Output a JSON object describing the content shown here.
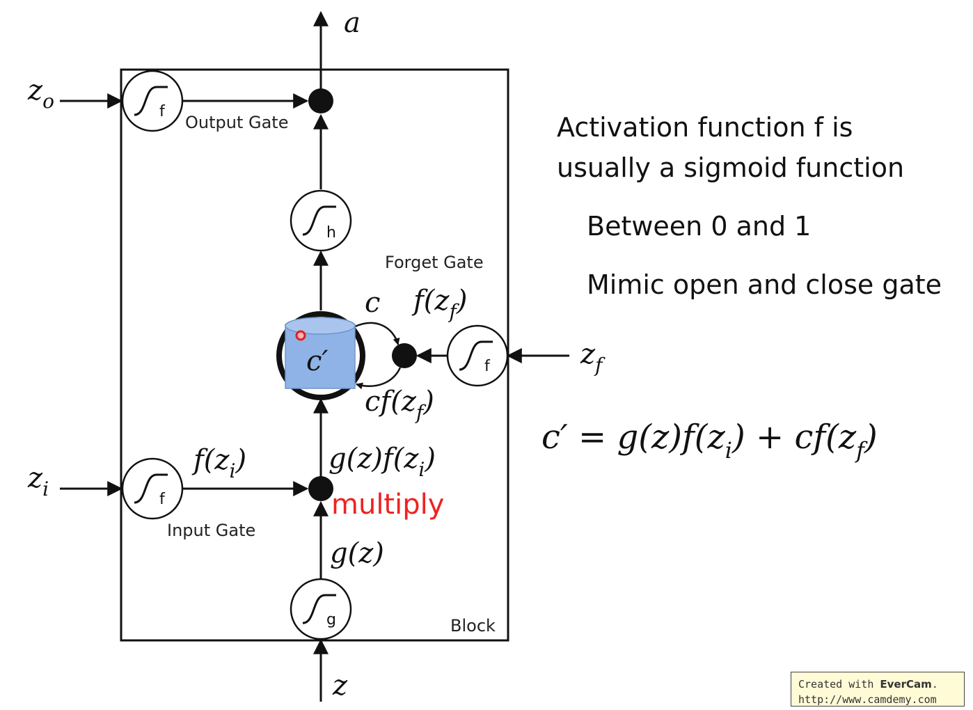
{
  "diagram": {
    "labels": {
      "output": "a",
      "input": "z",
      "z_o": "z",
      "z_o_sub": "o",
      "z_i": "z",
      "z_i_sub": "i",
      "z_f": "z",
      "z_f_sub": "f",
      "output_gate": "Output Gate",
      "input_gate": "Input Gate",
      "forget_gate": "Forget Gate",
      "block": "Block",
      "cell": "c′",
      "c_label": "c",
      "f_zf": "f(z",
      "f_zf_sub": "f",
      "cf_zf": "cf(z",
      "cf_zf_sub": "f",
      "f_zi": "f(z",
      "f_zi_sub": "i",
      "gz_fzi": "g(z)f(z",
      "gz_fzi_sub": "i",
      "gz": "g(z)",
      "multiply": "multiply",
      "sig_f": "f",
      "sig_h": "h",
      "sig_g": "g"
    }
  },
  "notes": {
    "line1": "Activation function f is",
    "line2": "usually a sigmoid function",
    "line3": "Between 0 and 1",
    "line4": "Mimic open and close gate"
  },
  "equation": {
    "lhs": "c′ = g(z)f(z",
    "sub1": "i",
    "mid": ") + cf(z",
    "sub2": "f"
  },
  "watermark": {
    "prefix": "Created with ",
    "brand": "EverCam",
    "suffix": ".",
    "url": "http://www.camdemy.com"
  },
  "colors": {
    "multiply": "#ee2222",
    "cell_fill": "#8fb3e6",
    "ink": "#111111"
  }
}
